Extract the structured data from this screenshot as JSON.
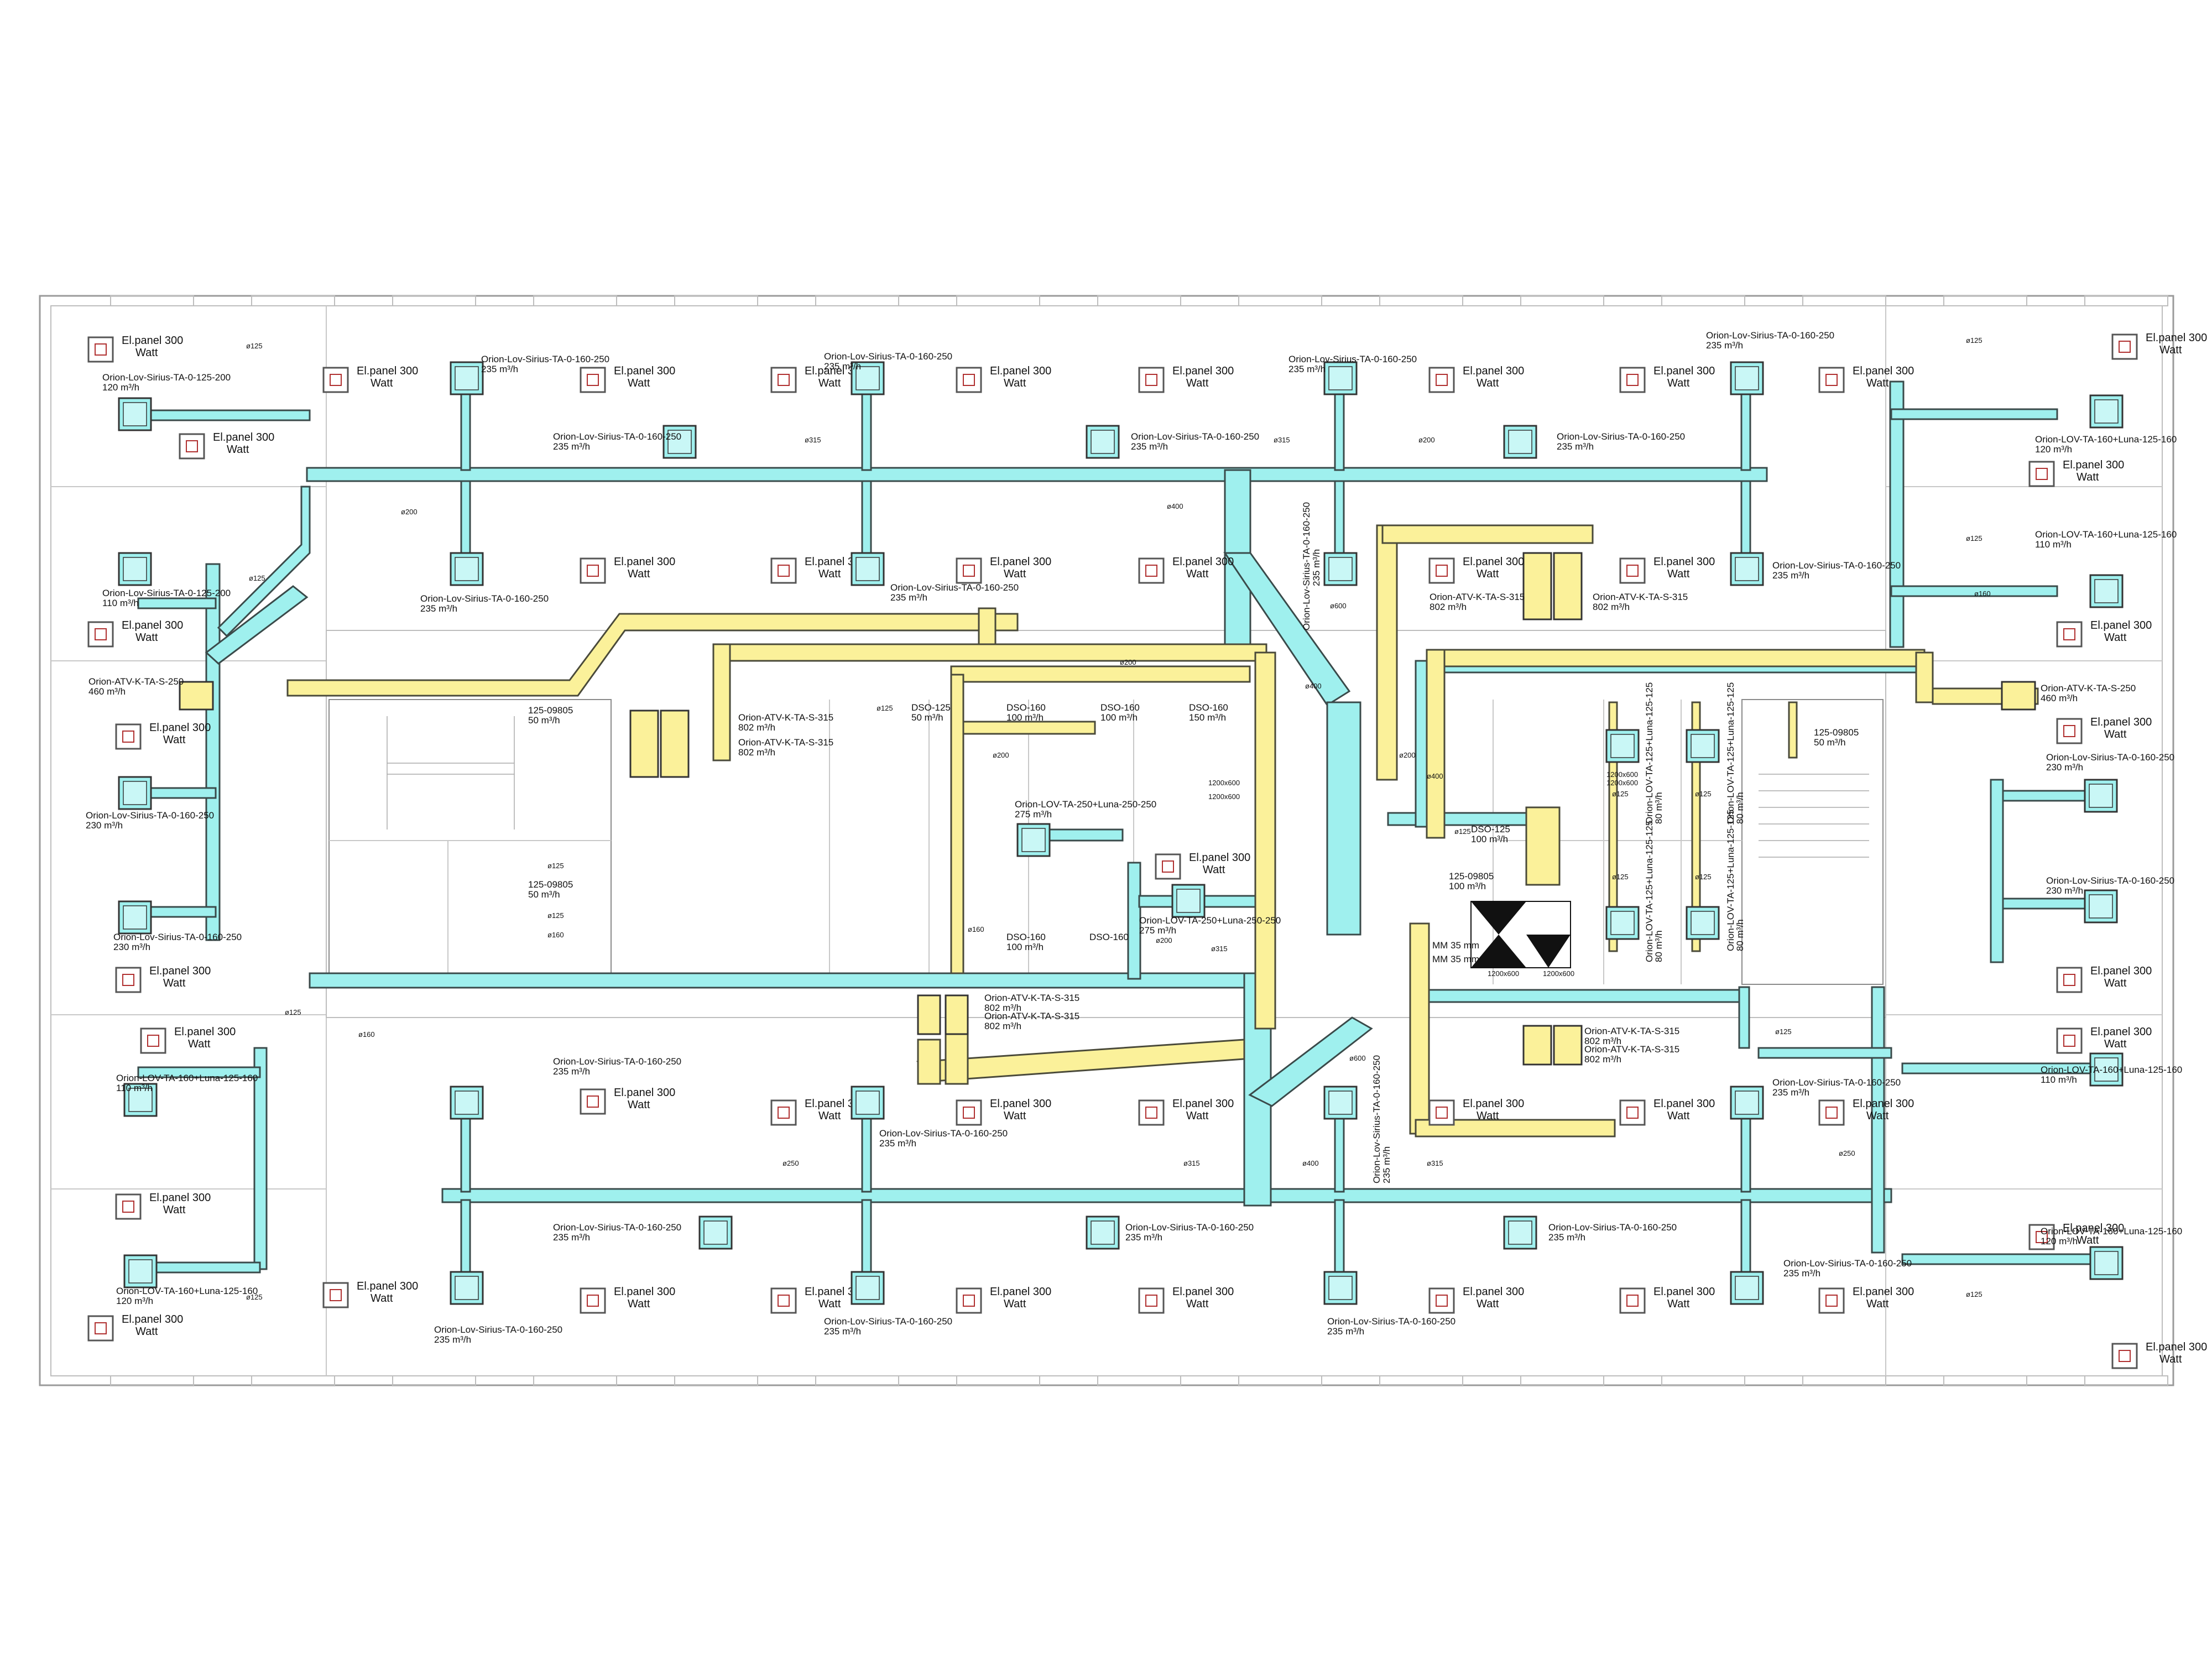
{
  "drawing": {
    "panel_label_line1": "El.panel 300",
    "panel_label_line2": "Watt"
  },
  "labels": {
    "orion_lov_160": "Orion-Lov-Sirius-TA-0-160-250",
    "flow_235": "235 m³/h",
    "orion_lov_125_200": "Orion-Lov-Sirius-TA-0-125-200",
    "flow_120": "120 m³/h",
    "flow_110": "110 m³/h",
    "flow_230": "230 m³/h",
    "flow_460": "460 m³/h",
    "orion_atv_250": "Orion-ATV-K-TA-S-250",
    "orion_atv_315": "Orion-ATV-K-TA-S-315",
    "flow_802": "802 m³/h",
    "orion_lov_ta_160_luna": "Orion-LOV-TA-160+Luna-125-160",
    "orion_lov_ta_250_luna": "Orion-LOV-TA-250+Luna-250-250",
    "flow_275": "275 m³/h",
    "valve_125_09805": "125-09805",
    "flow_50": "50 m³/h",
    "dso_125": "DSO-125",
    "dso_160": "DSO-160",
    "flow_100": "100 m³/h",
    "flow_150": "150 m³/h",
    "orion_lov_ta_125_luna": "Orion-LOV-TA-125+Luna-125-125",
    "flow_80": "80 m³/h",
    "mm_35": "MM 35 mm",
    "grille_1200": "1200x600"
  },
  "dimensions": {
    "d125": "ø125",
    "d160": "ø160",
    "d200": "ø200",
    "d250": "ø250",
    "d315": "ø315",
    "d400": "ø400",
    "d600": "ø600"
  },
  "legend": {
    "supply_color": "#9ff0ee",
    "exhaust_color": "#fbf19a",
    "icons": [
      "electric-panel-icon",
      "supply-valve-icon",
      "air-handling-unit-icon",
      "damper-icon"
    ]
  }
}
